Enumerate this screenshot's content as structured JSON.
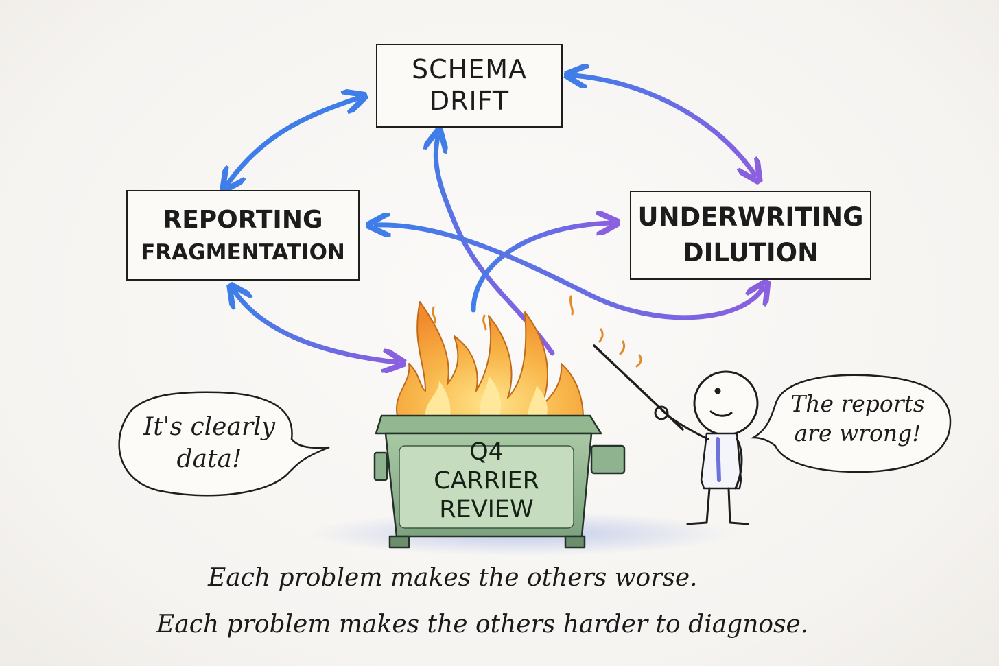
{
  "diagram": {
    "nodes": {
      "schema_drift": {
        "line1": "SCHEMA",
        "line2": "DRIFT"
      },
      "reporting_fragmentation": {
        "line1": "REPORTING",
        "line2": "FRAGMENTATION"
      },
      "underwriting_dilution": {
        "line1": "UNDERWRITING",
        "line2": "DILUTION"
      }
    },
    "dumpster": {
      "line1": "Q4",
      "line2": "CARRIER",
      "line3": "REVIEW"
    },
    "bubbles": {
      "left": {
        "line1": "It's clearly",
        "line2": "data!"
      },
      "right": {
        "line1": "The reports",
        "line2": "are wrong!"
      }
    },
    "captions": [
      "Each problem makes the others worse.",
      "Each problem makes the others harder to diagnose."
    ],
    "colors": {
      "arrow_blue": "#3f7ee8",
      "arrow_purple": "#8a5fe0",
      "flame_orange": "#f3a23a",
      "flame_yellow": "#ffd86a",
      "dumpster_green": "#8fb38e",
      "ink": "#1e1e1e"
    }
  }
}
